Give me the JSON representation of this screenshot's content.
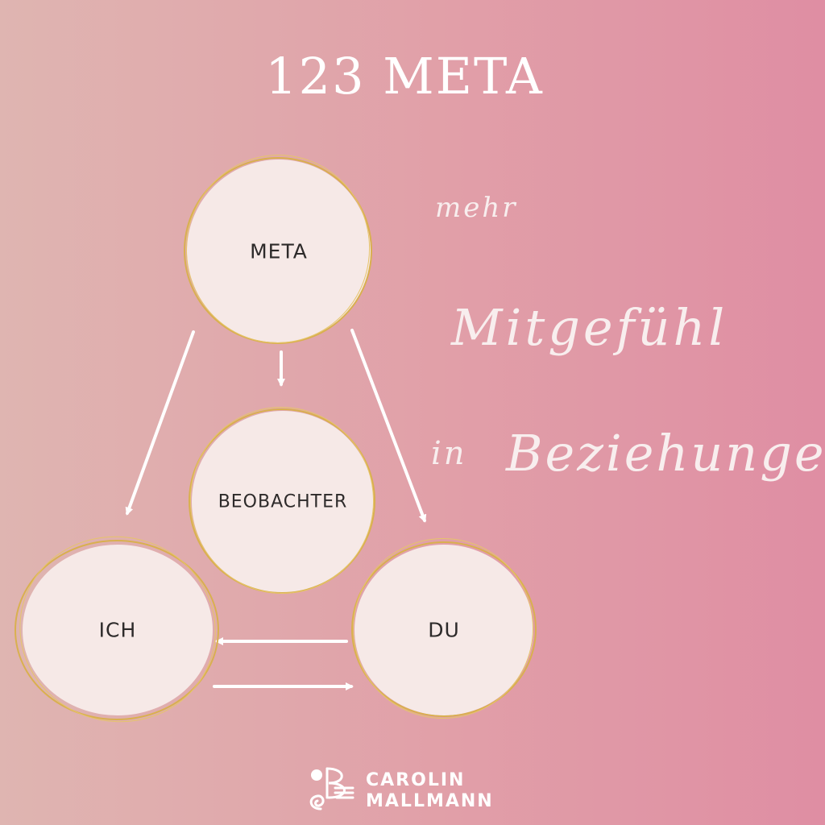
{
  "title": "123 META",
  "nodes": {
    "meta": "META",
    "observer": "BEOBACHTER",
    "ich": "ICH",
    "du": "DU"
  },
  "tagline": {
    "word1": "mehr",
    "word2": "Mitgefühl",
    "word3": "in",
    "word4": "Beziehungen"
  },
  "accent_glyph": "n",
  "logo": {
    "line1": "CAROLIN",
    "line2": "MALLMANN",
    "icon": "music-note-b-logo-icon"
  },
  "colors": {
    "gradient_left": "#dfb5b1",
    "gradient_right": "#df8ea3",
    "circle_fill": "#f6e9e7",
    "gold_ring": "#d9b04f",
    "arrow": "#ffffff"
  }
}
